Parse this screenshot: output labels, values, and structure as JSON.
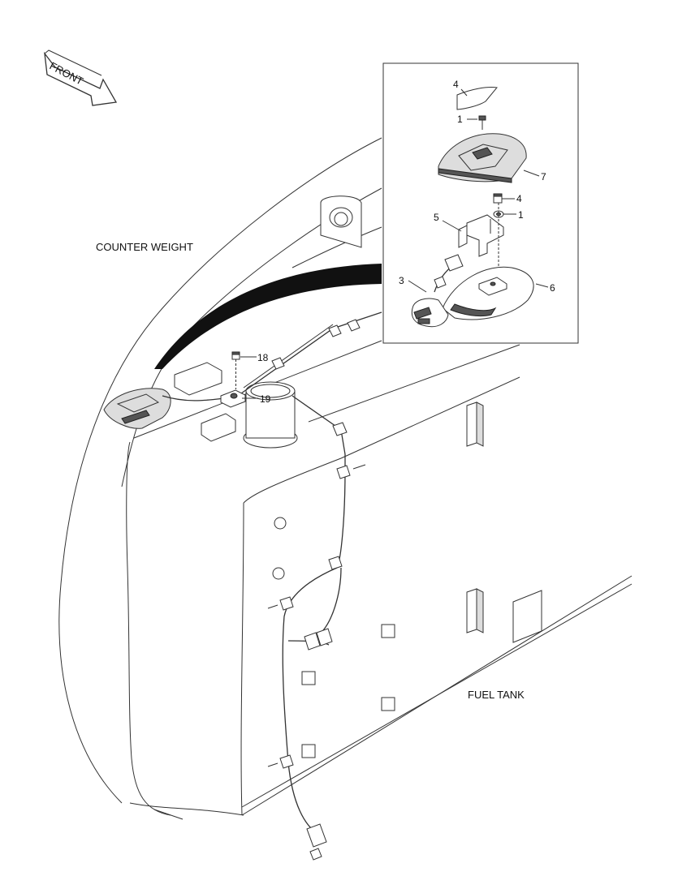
{
  "labels": {
    "front": "FRONT",
    "counter_weight": "COUNTER WEIGHT",
    "fuel_tank": "FUEL TANK"
  },
  "parts": [
    {
      "id": "p4a",
      "text": "4"
    },
    {
      "id": "p1a",
      "text": "1"
    },
    {
      "id": "p7",
      "text": "7"
    },
    {
      "id": "p4b",
      "text": "4"
    },
    {
      "id": "p1b",
      "text": "1"
    },
    {
      "id": "p5",
      "text": "5"
    },
    {
      "id": "p3",
      "text": "3"
    },
    {
      "id": "p6",
      "text": "6"
    },
    {
      "id": "p18",
      "text": "18"
    },
    {
      "id": "p19",
      "text": "19"
    }
  ]
}
